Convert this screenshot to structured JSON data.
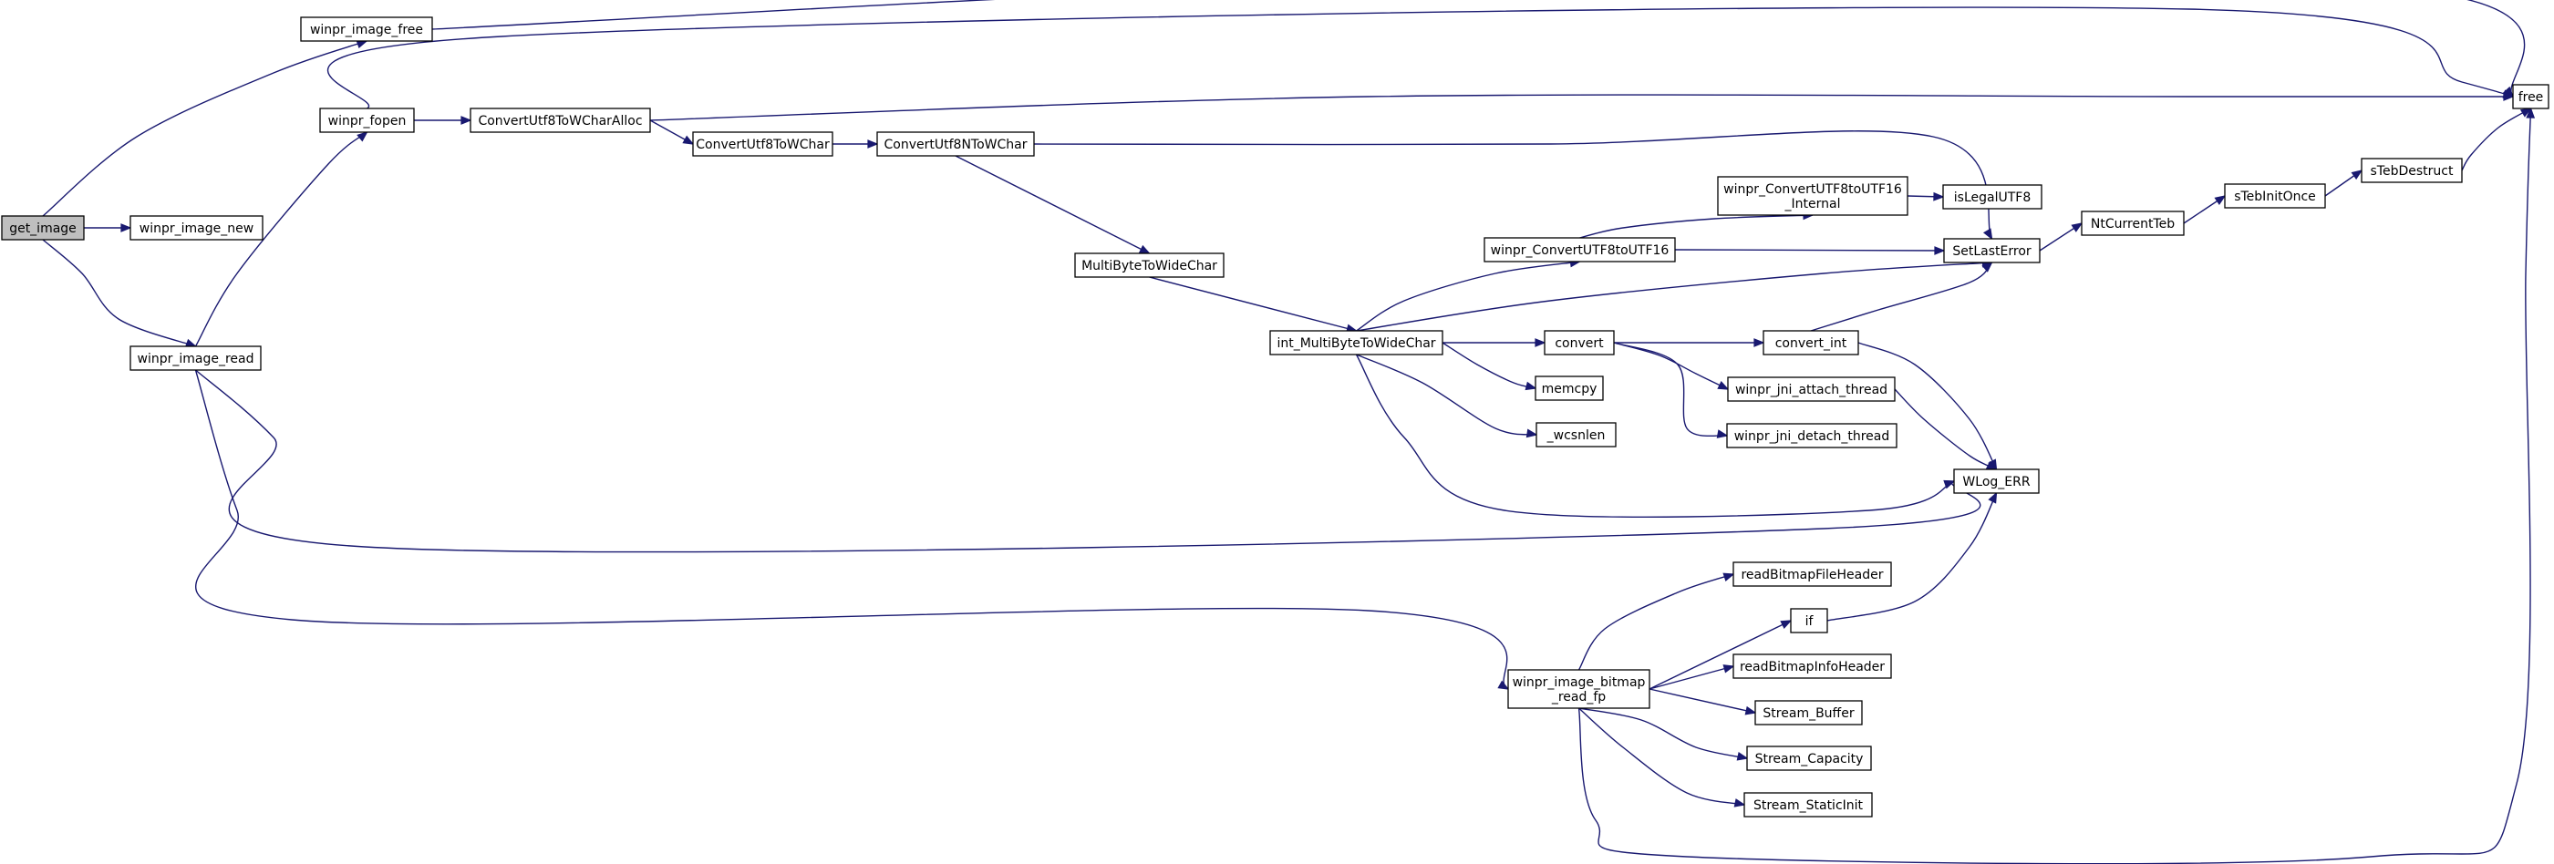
{
  "graph": {
    "title": "",
    "colors": {
      "edge": "#191970",
      "node_border": "#000000",
      "node_fill": "#ffffff",
      "root_fill": "#bfbfbf"
    },
    "nodes": [
      {
        "id": "get_image",
        "lines": [
          "get_image"
        ],
        "root": true
      },
      {
        "id": "winpr_image_free",
        "lines": [
          "winpr_image_free"
        ]
      },
      {
        "id": "winpr_image_new",
        "lines": [
          "winpr_image_new"
        ]
      },
      {
        "id": "winpr_image_read",
        "lines": [
          "winpr_image_read"
        ]
      },
      {
        "id": "winpr_fopen",
        "lines": [
          "winpr_fopen"
        ]
      },
      {
        "id": "ConvertUtf8ToWCharAlloc",
        "lines": [
          "ConvertUtf8ToWCharAlloc"
        ]
      },
      {
        "id": "ConvertUtf8ToWChar",
        "lines": [
          "ConvertUtf8ToWChar"
        ]
      },
      {
        "id": "ConvertUtf8NToWChar",
        "lines": [
          "ConvertUtf8NToWChar"
        ]
      },
      {
        "id": "MultiByteToWideChar",
        "lines": [
          "MultiByteToWideChar"
        ]
      },
      {
        "id": "int_MultiByteToWideChar",
        "lines": [
          "int_MultiByteToWideChar"
        ]
      },
      {
        "id": "winpr_ConvertUTF8toUTF16",
        "lines": [
          "winpr_ConvertUTF8toUTF16"
        ]
      },
      {
        "id": "winpr_ConvertUTF8toUTF16_Internal",
        "lines": [
          "winpr_ConvertUTF8toUTF16",
          "_Internal"
        ]
      },
      {
        "id": "isLegalUTF8",
        "lines": [
          "isLegalUTF8"
        ]
      },
      {
        "id": "SetLastError",
        "lines": [
          "SetLastError"
        ]
      },
      {
        "id": "NtCurrentTeb",
        "lines": [
          "NtCurrentTeb"
        ]
      },
      {
        "id": "sTebInitOnce",
        "lines": [
          "sTebInitOnce"
        ]
      },
      {
        "id": "sTebDestruct",
        "lines": [
          "sTebDestruct"
        ]
      },
      {
        "id": "free",
        "lines": [
          "free"
        ]
      },
      {
        "id": "convert",
        "lines": [
          "convert"
        ]
      },
      {
        "id": "convert_int",
        "lines": [
          "convert_int"
        ]
      },
      {
        "id": "memcpy",
        "lines": [
          "memcpy"
        ]
      },
      {
        "id": "_wcsnlen",
        "lines": [
          "_wcsnlen"
        ]
      },
      {
        "id": "winpr_jni_attach_thread",
        "lines": [
          "winpr_jni_attach_thread"
        ]
      },
      {
        "id": "winpr_jni_detach_thread",
        "lines": [
          "winpr_jni_detach_thread"
        ]
      },
      {
        "id": "WLog_ERR",
        "lines": [
          "WLog_ERR"
        ]
      },
      {
        "id": "readBitmapFileHeader",
        "lines": [
          "readBitmapFileHeader"
        ]
      },
      {
        "id": "if",
        "lines": [
          "if"
        ]
      },
      {
        "id": "readBitmapInfoHeader",
        "lines": [
          "readBitmapInfoHeader"
        ]
      },
      {
        "id": "Stream_Buffer",
        "lines": [
          "Stream_Buffer"
        ]
      },
      {
        "id": "Stream_Capacity",
        "lines": [
          "Stream_Capacity"
        ]
      },
      {
        "id": "Stream_StaticInit",
        "lines": [
          "Stream_StaticInit"
        ]
      },
      {
        "id": "winpr_image_bitmap_read_fp",
        "lines": [
          "winpr_image_bitmap",
          "_read_fp"
        ]
      }
    ],
    "edges": [
      {
        "from": "get_image",
        "to": "winpr_image_free"
      },
      {
        "from": "get_image",
        "to": "winpr_image_new"
      },
      {
        "from": "get_image",
        "to": "winpr_image_read"
      },
      {
        "from": "winpr_image_free",
        "to": "free"
      },
      {
        "from": "winpr_image_read",
        "to": "winpr_fopen"
      },
      {
        "from": "winpr_image_read",
        "to": "WLog_ERR"
      },
      {
        "from": "winpr_image_read",
        "to": "winpr_image_bitmap_read_fp"
      },
      {
        "from": "winpr_fopen",
        "to": "free"
      },
      {
        "from": "winpr_fopen",
        "to": "ConvertUtf8ToWCharAlloc"
      },
      {
        "from": "ConvertUtf8ToWCharAlloc",
        "to": "free"
      },
      {
        "from": "ConvertUtf8ToWCharAlloc",
        "to": "ConvertUtf8ToWChar"
      },
      {
        "from": "ConvertUtf8ToWChar",
        "to": "ConvertUtf8NToWChar"
      },
      {
        "from": "ConvertUtf8NToWChar",
        "to": "SetLastError"
      },
      {
        "from": "ConvertUtf8NToWChar",
        "to": "MultiByteToWideChar"
      },
      {
        "from": "MultiByteToWideChar",
        "to": "int_MultiByteToWideChar"
      },
      {
        "from": "int_MultiByteToWideChar",
        "to": "winpr_ConvertUTF8toUTF16"
      },
      {
        "from": "int_MultiByteToWideChar",
        "to": "SetLastError"
      },
      {
        "from": "int_MultiByteToWideChar",
        "to": "convert"
      },
      {
        "from": "int_MultiByteToWideChar",
        "to": "memcpy"
      },
      {
        "from": "int_MultiByteToWideChar",
        "to": "_wcsnlen"
      },
      {
        "from": "int_MultiByteToWideChar",
        "to": "WLog_ERR"
      },
      {
        "from": "winpr_ConvertUTF8toUTF16",
        "to": "winpr_ConvertUTF8toUTF16_Internal"
      },
      {
        "from": "winpr_ConvertUTF8toUTF16",
        "to": "SetLastError"
      },
      {
        "from": "winpr_ConvertUTF8toUTF16_Internal",
        "to": "isLegalUTF8"
      },
      {
        "from": "convert",
        "to": "convert_int"
      },
      {
        "from": "convert",
        "to": "winpr_jni_attach_thread"
      },
      {
        "from": "convert",
        "to": "winpr_jni_detach_thread"
      },
      {
        "from": "convert_int",
        "to": "SetLastError"
      },
      {
        "from": "convert_int",
        "to": "WLog_ERR"
      },
      {
        "from": "winpr_jni_attach_thread",
        "to": "WLog_ERR"
      },
      {
        "from": "SetLastError",
        "to": "NtCurrentTeb"
      },
      {
        "from": "NtCurrentTeb",
        "to": "sTebInitOnce"
      },
      {
        "from": "sTebInitOnce",
        "to": "sTebDestruct"
      },
      {
        "from": "sTebDestruct",
        "to": "free"
      },
      {
        "from": "winpr_image_bitmap_read_fp",
        "to": "readBitmapFileHeader"
      },
      {
        "from": "winpr_image_bitmap_read_fp",
        "to": "if"
      },
      {
        "from": "winpr_image_bitmap_read_fp",
        "to": "readBitmapInfoHeader"
      },
      {
        "from": "winpr_image_bitmap_read_fp",
        "to": "Stream_Buffer"
      },
      {
        "from": "winpr_image_bitmap_read_fp",
        "to": "Stream_Capacity"
      },
      {
        "from": "winpr_image_bitmap_read_fp",
        "to": "Stream_StaticInit"
      },
      {
        "from": "winpr_image_bitmap_read_fp",
        "to": "free"
      },
      {
        "from": "if",
        "to": "WLog_ERR"
      }
    ]
  }
}
